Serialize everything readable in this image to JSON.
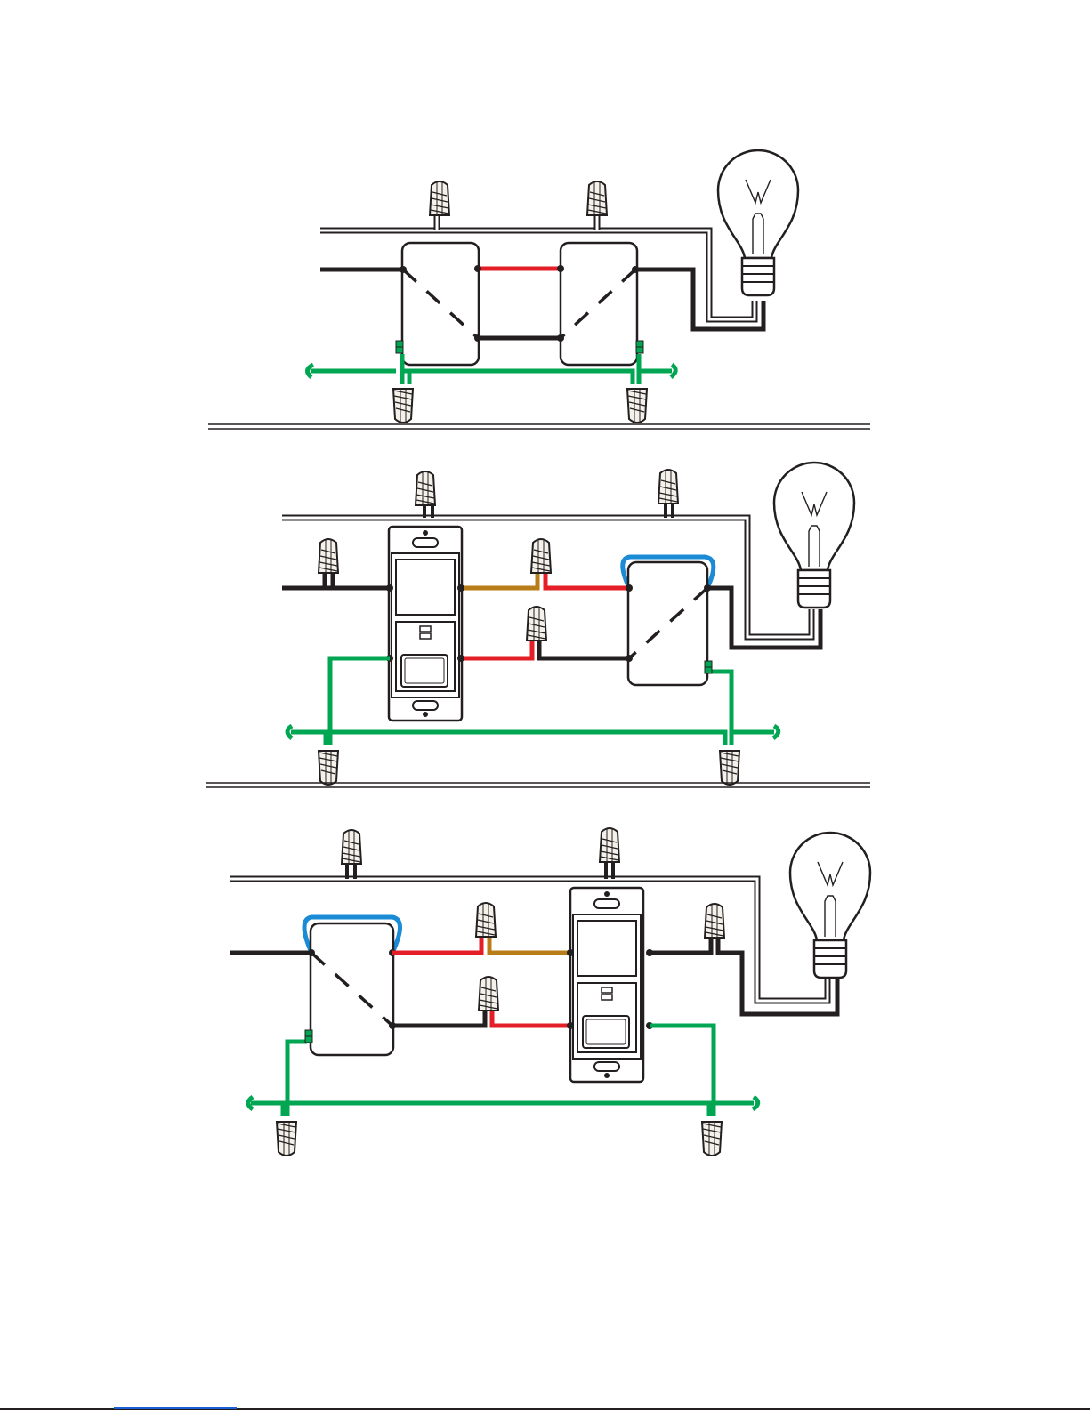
{
  "colors": {
    "hot": "#231f20",
    "neutral_outline": "#231f20",
    "traveler_red": "#e31e26",
    "ground": "#00a651",
    "jumper_blue": "#1b8bd6",
    "load_brown": "#b87d18"
  },
  "icons": [
    "wire-nut-icon",
    "light-bulb-icon",
    "three-way-switch-icon",
    "smart-dimmer-icon"
  ],
  "panels": [
    {
      "id": "conventional-three-way",
      "components": [
        "three-way-switch",
        "three-way-switch",
        "light-bulb"
      ]
    },
    {
      "id": "smart-switch-line-side",
      "components": [
        "smart-dimmer",
        "three-way-switch",
        "light-bulb"
      ]
    },
    {
      "id": "smart-switch-load-side",
      "components": [
        "three-way-switch",
        "smart-dimmer",
        "light-bulb"
      ]
    }
  ]
}
